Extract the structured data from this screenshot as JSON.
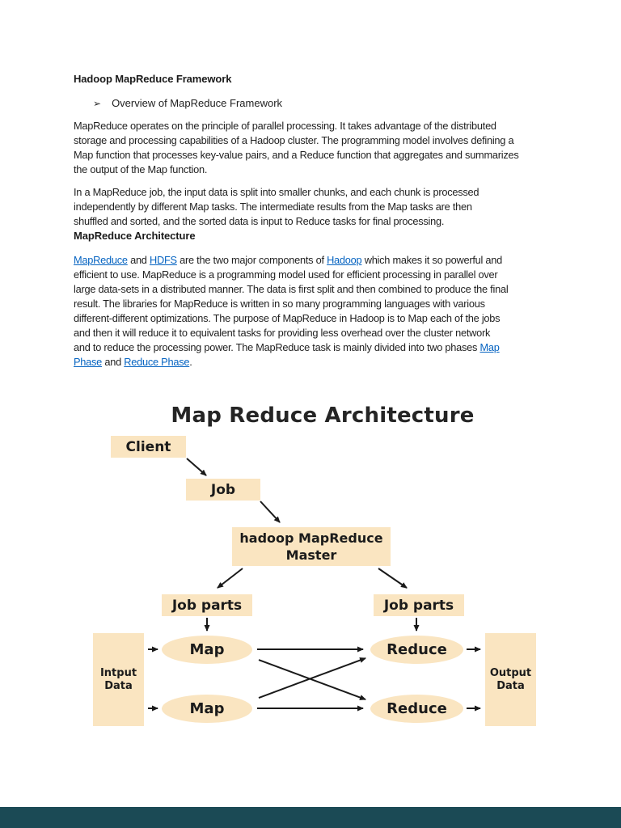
{
  "page": {
    "background": "#ffffff",
    "footer_bar_color": "#1B4A55"
  },
  "document": {
    "heading1": "Hadoop MapReduce Framework",
    "bullet": {
      "marker": "➢",
      "text": "Overview of MapReduce Framework"
    },
    "paragraph1_lines": [
      "MapReduce operates on the principle of parallel processing. It takes advantage of the distributed",
      "storage and processing capabilities of a Hadoop cluster. The programming model involves defining a",
      "Map function that processes key-value pairs, and a Reduce function that aggregates and summarizes",
      "the output of the Map function."
    ],
    "paragraph2_lines": [
      "In a MapReduce job, the input data is split into smaller chunks, and each chunk is processed",
      "independently by different Map tasks. The intermediate results from the Map tasks are then",
      "shuffled and sorted, and the sorted data is input to Reduce tasks for final processing."
    ],
    "heading2": "MapReduce Architecture",
    "link_color": "#0563C1",
    "paragraph3_lines": [
      [
        {
          "text": "MapReduce",
          "link": true
        },
        {
          "text": " and ",
          "link": false
        },
        {
          "text": "HDFS",
          "link": true
        },
        {
          "text": " are the two major components of ",
          "link": false
        },
        {
          "text": "Hadoop",
          "link": true
        },
        {
          "text": " which makes it so powerful and",
          "link": false
        }
      ],
      [
        {
          "text": "efficient to use. MapReduce is a programming model used for efficient processing in parallel over",
          "link": false
        }
      ],
      [
        {
          "text": "large data-sets in a distributed manner. The data is first split and then combined to produce the final",
          "link": false
        }
      ],
      [
        {
          "text": "result. The libraries for MapReduce is written in so many programming languages with various",
          "link": false
        }
      ],
      [
        {
          "text": "different-different optimizations. The purpose of MapReduce in Hadoop is to Map each of the jobs",
          "link": false
        }
      ],
      [
        {
          "text": "and then it will reduce it to equivalent tasks for providing less overhead over the cluster network",
          "link": false
        }
      ],
      [
        {
          "text": "and to reduce the processing power. The MapReduce task is mainly divided into two phases ",
          "link": false
        },
        {
          "text": "Map",
          "link": true
        }
      ],
      [
        {
          "text": "Phase",
          "link": true
        },
        {
          "text": " and ",
          "link": false
        },
        {
          "text": "Reduce Phase",
          "link": true
        },
        {
          "text": ".",
          "link": false
        }
      ]
    ]
  },
  "diagram": {
    "title": "Map Reduce Architecture",
    "box_fill": "#FAE5C1",
    "arrow_color": "#1a1a1a",
    "nodes": {
      "client": "Client",
      "job": "Job",
      "master_line1": "hadoop MapReduce",
      "master_line2": "Master",
      "job_parts_left": "Job parts",
      "job_parts_right": "Job parts",
      "map1": "Map",
      "map2": "Map",
      "reduce1": "Reduce",
      "reduce2": "Reduce",
      "input_line1": "Intput",
      "input_line2": "Data",
      "output_line1": "Output",
      "output_line2": "Data"
    }
  }
}
